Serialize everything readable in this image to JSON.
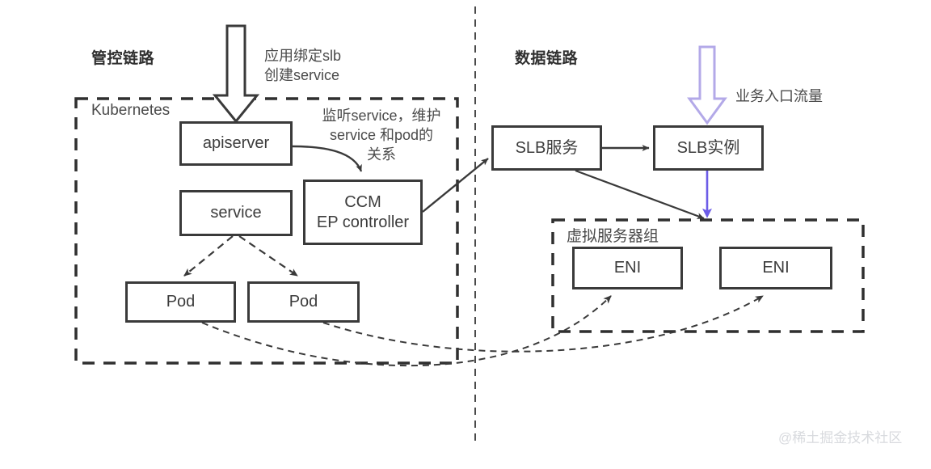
{
  "diagram": {
    "title_left": "管控链路",
    "title_right": "数据链路",
    "watermark": "@稀土掘金技术社区",
    "colors": {
      "box_border": "#3a3a3a",
      "text": "#3c3c3c",
      "dashed_boundary": "#2f2f2f",
      "arrow_black": "#3a3a3a",
      "arrow_purple_outline": "#b3a9e8",
      "arrow_purple_solid": "#6c5ce7",
      "watermark": "#d8dade"
    }
  },
  "zones": {
    "kubernetes": {
      "label": "Kubernetes"
    },
    "virtual_server_group": {
      "label": "虚拟服务器组"
    }
  },
  "nodes": {
    "apiserver": {
      "label": "apiserver"
    },
    "service": {
      "label": "service"
    },
    "ccm": {
      "line1": "CCM",
      "line2": "EP controller"
    },
    "pod_left": {
      "label": "Pod"
    },
    "pod_right": {
      "label": "Pod"
    },
    "slb_service": {
      "label": "SLB服务"
    },
    "slb_instance": {
      "label": "SLB实例"
    },
    "eni_left": {
      "label": "ENI"
    },
    "eni_right": {
      "label": "ENI"
    }
  },
  "annotations": {
    "bind_slb": {
      "line1": "应用绑定slb",
      "line2": "创建service"
    },
    "watch_service": {
      "line1": "监听service，维护",
      "line2": "service 和pod的",
      "line3": "关系"
    },
    "ingress_traffic": {
      "label": "业务入口流量"
    }
  }
}
